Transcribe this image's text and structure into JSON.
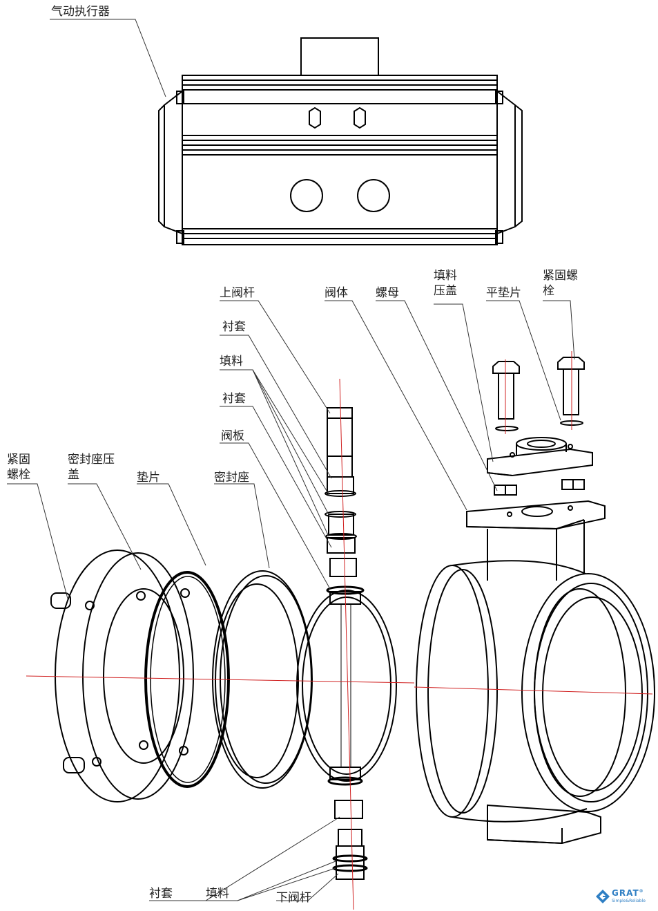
{
  "labels": {
    "actuator": "气动执行器",
    "upper_stem": "上阀杆",
    "bushing_1": "衬套",
    "packing_1": "填料",
    "bushing_2": "衬套",
    "disc": "阀板",
    "seat": "密封座",
    "body": "阀体",
    "nut": "螺母",
    "gland": "填料压盖",
    "flat_washer": "平垫片",
    "top_bolt": "紧固螺栓",
    "flange_bolt": "紧固螺栓",
    "seat_retainer": "密封座压盖",
    "gasket": "垫片",
    "bushing_bottom": "衬套",
    "packing_bottom": "填料",
    "lower_stem": "下阀杆"
  },
  "logo": {
    "brand": "GRAT",
    "reg": "®",
    "tagline": "Simple&Reliable",
    "color": "#2f7fc4"
  },
  "colors": {
    "line": "#000000",
    "centerline": "#d02020",
    "leader": "#333333"
  }
}
